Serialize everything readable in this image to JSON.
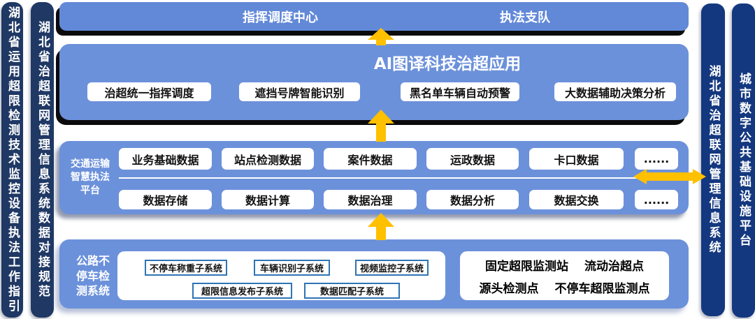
{
  "left_bars": [
    "湖北省运用超限检测技术监控设备执法工作指引",
    "湖北省治超联网管理信息系统数据对接规范"
  ],
  "right_bars": [
    "湖北省治超联网管理信息系统",
    "城市数字公共基础设施平台"
  ],
  "top_bar": {
    "items": [
      "指挥调度中心",
      "执法支队"
    ]
  },
  "app_layer": {
    "title": "AI图译科技治超应用",
    "buttons": [
      "治超统一指挥调度",
      "遮挡号牌智能识别",
      "黑名单车辆自动预警",
      "大数据辅助决策分析"
    ]
  },
  "platform_layer": {
    "label": "交通运输\n智慧执法\n平台",
    "row1": [
      "业务基础数据",
      "站点检测数据",
      "案件数据",
      "运政数据",
      "卡口数据",
      "......"
    ],
    "row2": [
      "数据存储",
      "数据计算",
      "数据治理",
      "数据分析",
      "数据交换",
      "......"
    ]
  },
  "detection_layer": {
    "label": "公路不\n停车检\n测系统",
    "subsystems_row1": [
      "不停车称重子系统",
      "车辆识别子系统",
      "视频监控子系统"
    ],
    "subsystems_row2": [
      "超限信息发布子系统",
      "数据匹配子系统"
    ],
    "sites_line1": "固定超限监测站　 流动治超点",
    "sites_line2": "源头检测点　 不停车超限监测点"
  },
  "colors": {
    "panel_blue": "#6C91DB",
    "topbar_blue": "#6289D8",
    "left_bar_navy": "#1F3864",
    "right_bar_navy": "#14387F",
    "arrow_yellow": "#FFC000",
    "subbox_border_blue": "#2E74B5"
  }
}
